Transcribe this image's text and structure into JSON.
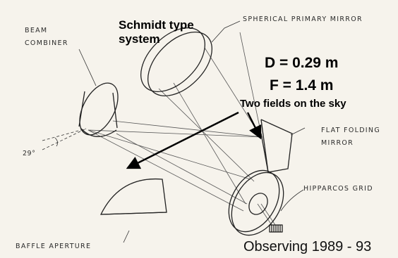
{
  "slide": {
    "title_line1": "Schmidt type",
    "title_line2": "system",
    "diameter": "D = 0.29 m",
    "focal": "F = 1.4 m",
    "fields_note": "Two fields on the sky",
    "observing": "Observing 1989 - 93"
  },
  "labels": {
    "beam_combiner_line1": "BEAM",
    "beam_combiner_line2": "COMBINER",
    "spherical_primary": "SPHERICAL PRIMARY MIRROR",
    "flat_folding_line1": "FLAT FOLDING",
    "flat_folding_line2": "MIRROR",
    "hipparcos_grid": "HIPPARCOS GRID",
    "baffle_aperture": "BAFFLE APERTURE",
    "angle": "29°"
  }
}
